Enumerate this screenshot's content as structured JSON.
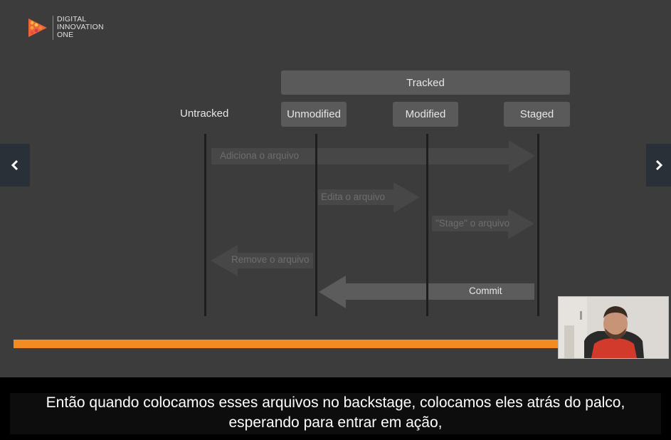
{
  "logo": {
    "line1": "DIGITAL",
    "line2": "INNOVATION",
    "line3": "ONE"
  },
  "diagram": {
    "tracked_label": "Tracked",
    "states": {
      "untracked": "Untracked",
      "unmodified": "Unmodified",
      "modified": "Modified",
      "staged": "Staged"
    },
    "transitions": {
      "add": "Adiciona o arquivo",
      "edit": "Edita o arquivo",
      "stage": "\"Stage\" o arquivo",
      "remove": "Remove o arquivo",
      "commit": "Commit"
    }
  },
  "player": {
    "subtitle": "Então quando colocamos esses arquivos no backstage, colocamos eles atrás do palco, esperando para entrar em ação,",
    "progress": 0.83
  },
  "colors": {
    "background": "#3c3c3c",
    "progress": "#f28c22",
    "box": "#5a5a5a"
  }
}
